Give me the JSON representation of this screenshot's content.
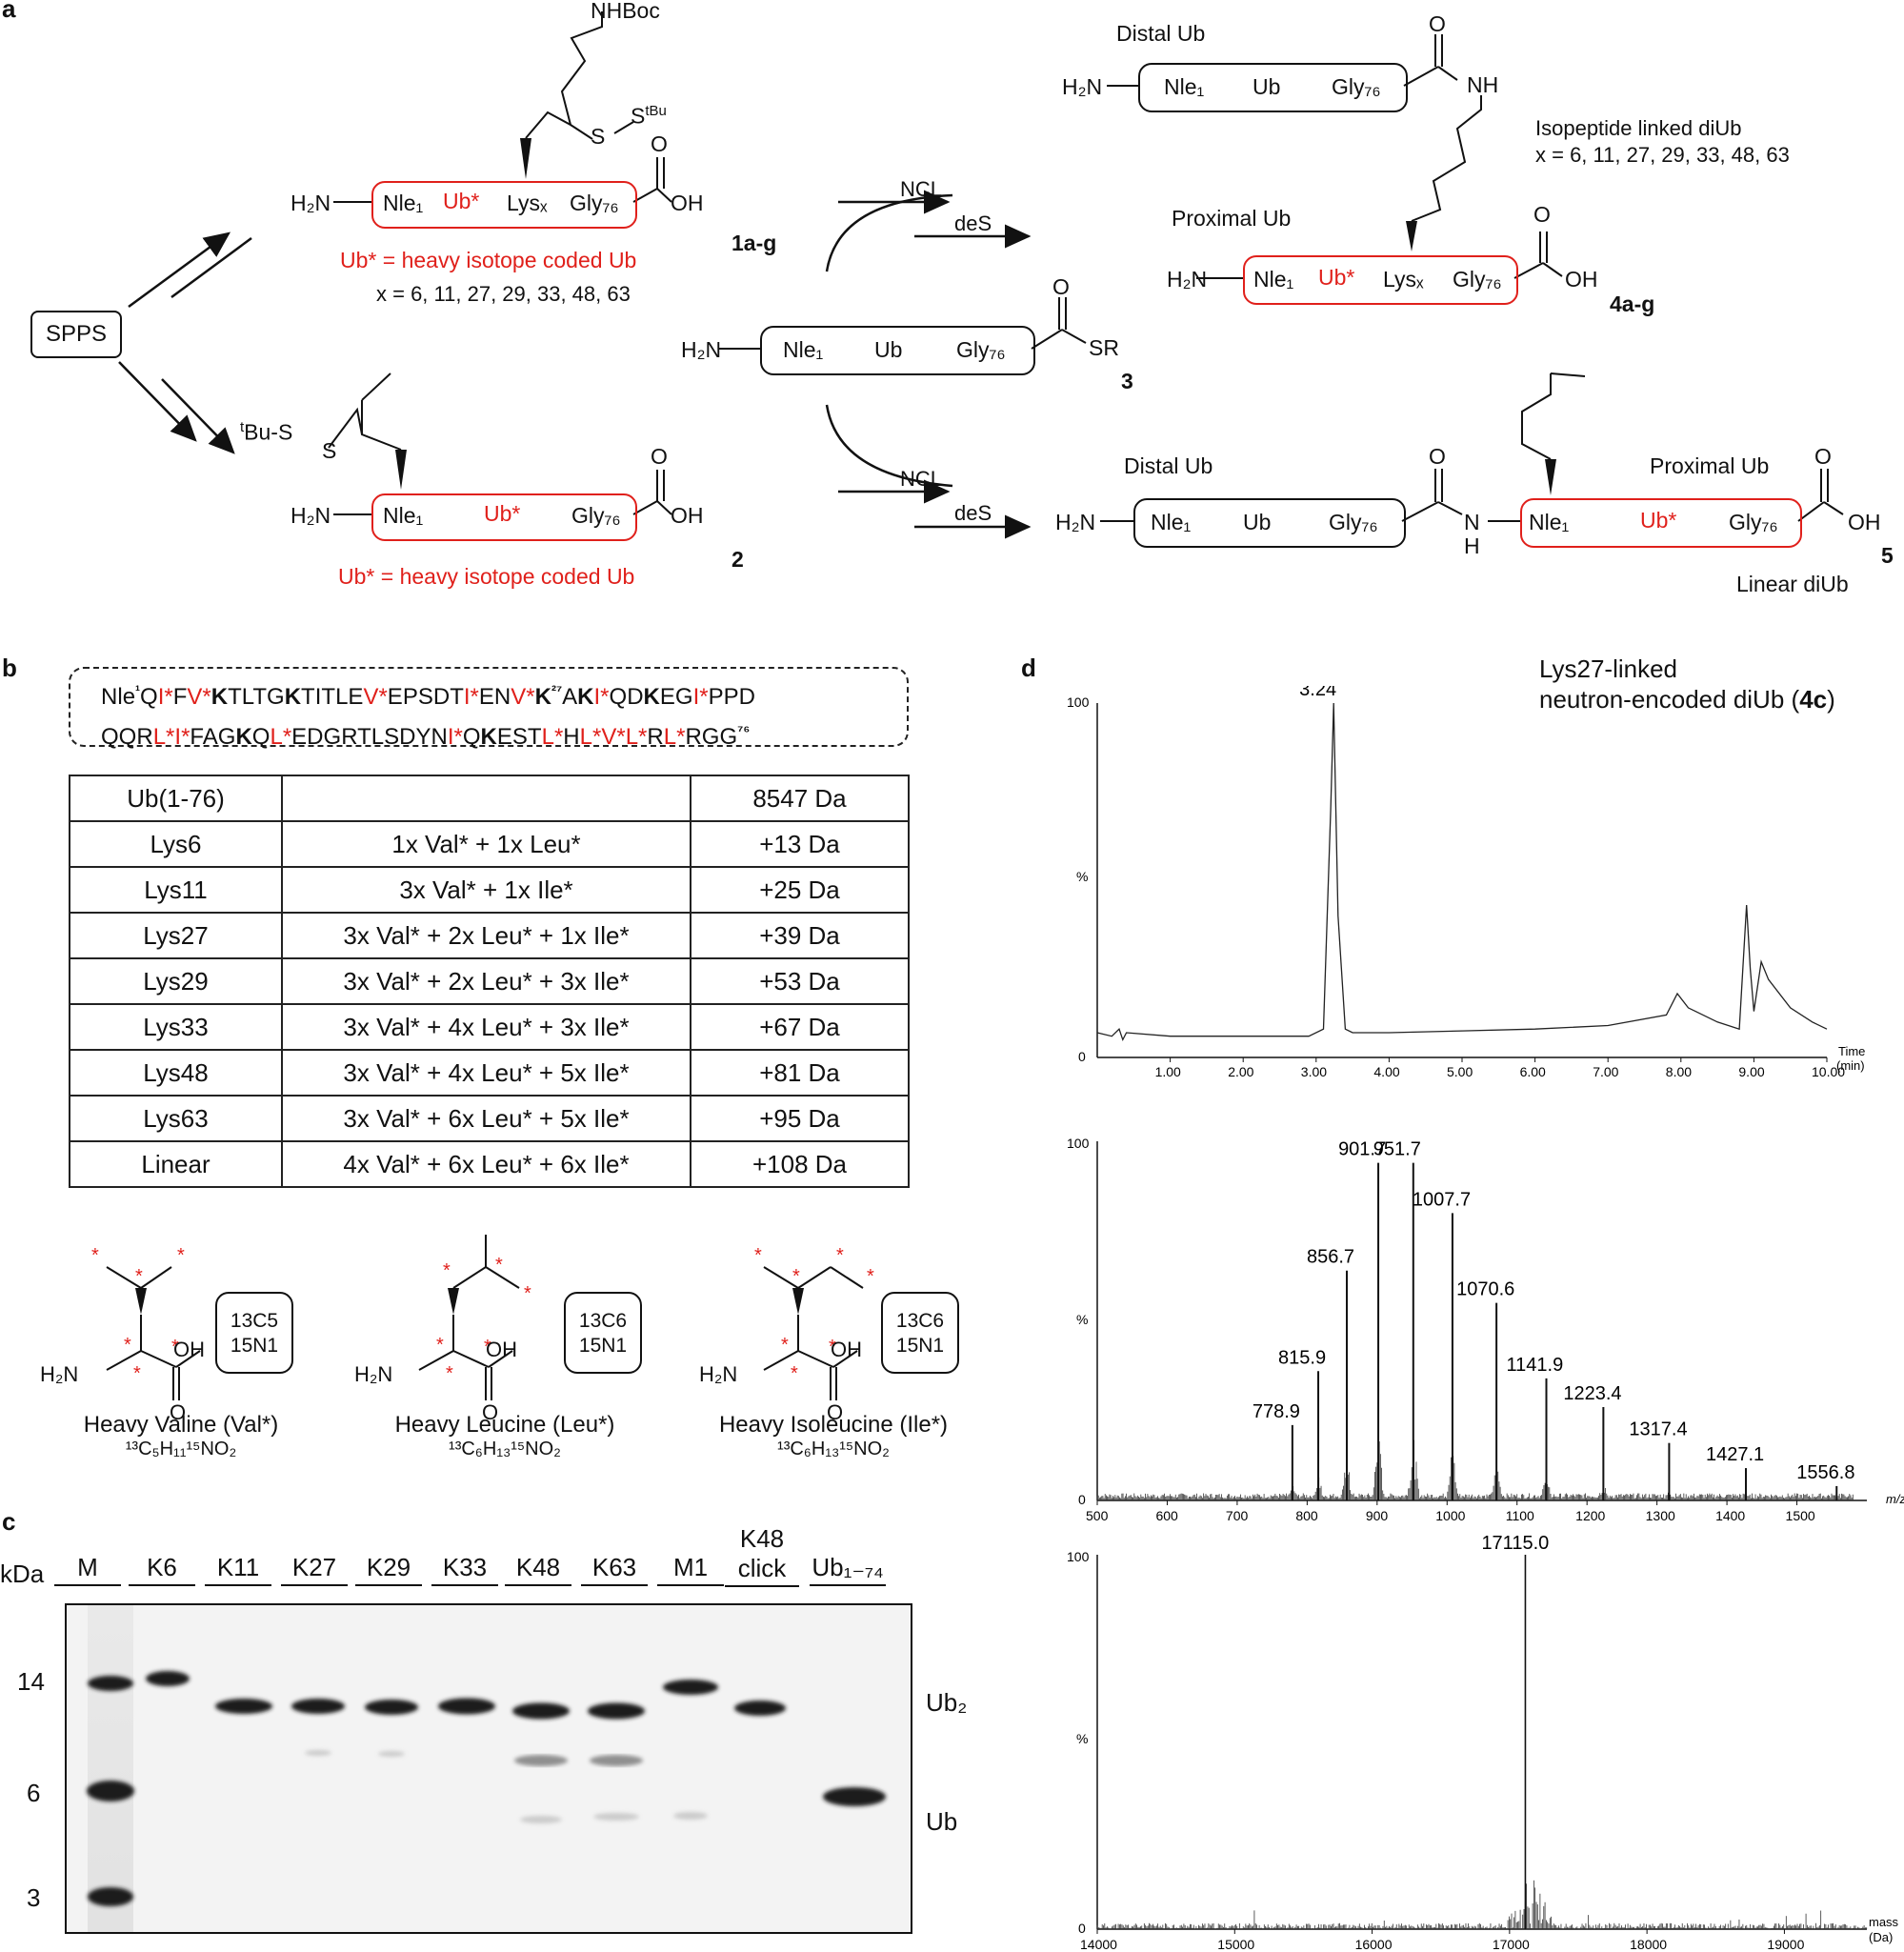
{
  "panel_labels": {
    "a": "a",
    "b": "b",
    "c": "c",
    "d": "d"
  },
  "scheme": {
    "spps": "SPPS",
    "h2n": "H₂N",
    "nle1": "Nle₁",
    "ub_star": "Ub*",
    "ub": "Ub",
    "lys_x": "Lysₓ",
    "gly76": "Gly₇₆",
    "oh": "OH",
    "o": "O",
    "nhboc": "NHBoc",
    "s_tbu": "S",
    "s_tbu_sup": "tBu",
    "s": "S",
    "tbu_s": "Bu-S",
    "tbu_s_sup": "t",
    "ub_star_def": "Ub* = heavy isotope coded Ub",
    "x_values": "x = 6, 11, 27, 29, 33, 48, 63",
    "cmpd_1": "1a-g",
    "cmpd_2": "2",
    "cmpd_3": "3",
    "cmpd_4": "4a-g",
    "cmpd_5": "5",
    "sr": "SR",
    "ncl": "NCL",
    "des": "deS",
    "nh": "NH",
    "n": "N",
    "h": "H",
    "distal_ub": "Distal Ub",
    "proximal_ub": "Proximal Ub",
    "isopeptide_title": "Isopeptide linked diUb",
    "linear_diub": "Linear  diUb"
  },
  "sequence": {
    "line1": "Nle¹QI*FV*KTLTGKTITLEV*EPSDTI*ENV*K²⁷AKI*QDKEGI*PPD",
    "line2": "QQRL*I*FAGKQL*EDGRTLSDYNI*QKESTL*HL*V*L*RL*RGG⁷⁶"
  },
  "mass_table": {
    "rows": [
      {
        "lys": "Ub(1-76)",
        "comp": "",
        "mass": "8547 Da"
      },
      {
        "lys": "Lys6",
        "comp": "1x Val* + 1x Leu*",
        "mass": "+13 Da"
      },
      {
        "lys": "Lys11",
        "comp": "3x Val* + 1x Ile*",
        "mass": "+25 Da"
      },
      {
        "lys": "Lys27",
        "comp": "3x Val* + 2x Leu* + 1x Ile*",
        "mass": "+39 Da"
      },
      {
        "lys": "Lys29",
        "comp": "3x Val* + 2x Leu* + 3x Ile*",
        "mass": "+53 Da"
      },
      {
        "lys": "Lys33",
        "comp": "3x Val* + 4x Leu* + 3x Ile*",
        "mass": "+67 Da"
      },
      {
        "lys": "Lys48",
        "comp": "3x Val* + 4x Leu* + 5x Ile*",
        "mass": "+81 Da"
      },
      {
        "lys": "Lys63",
        "comp": "3x Val* + 6x Leu* + 5x Ile*",
        "mass": "+95 Da"
      },
      {
        "lys": "Linear",
        "comp": "4x Val* + 6x Leu* + 6x Ile*",
        "mass": "+108 Da"
      }
    ]
  },
  "amino_acids": [
    {
      "name": "Heavy Valine (Val*)",
      "formula": "¹³C₅H₁₁¹⁵NO₂",
      "iso1": "13C5",
      "iso2": "15N1"
    },
    {
      "name": "Heavy Leucine (Leu*)",
      "formula": "¹³C₆H₁₃¹⁵NO₂",
      "iso1": "13C6",
      "iso2": "15N1"
    },
    {
      "name": "Heavy Isoleucine (Ile*)",
      "formula": "¹³C₆H₁₃¹⁵NO₂",
      "iso1": "13C6",
      "iso2": "15N1"
    }
  ],
  "aa_atoms": {
    "h2n": "H₂N",
    "oh": "OH",
    "o": "O"
  },
  "gel": {
    "kda_label": "kDa",
    "lanes": [
      "M",
      "K6",
      "K11",
      "K27",
      "K29",
      "K33",
      "K48",
      "K63",
      "M1",
      "K48\nclick",
      "Ub₁₋₇₄"
    ],
    "markers": [
      "14",
      "6",
      "3"
    ],
    "band_labels": [
      "Ub₂",
      "Ub"
    ]
  },
  "chart_data": [
    {
      "type": "line",
      "title": "Lys27-linked neutron-encoded diUb (4c)",
      "title_line1": "Lys27-linked",
      "title_line2_pre": "neutron-encoded diUb (",
      "title_line2_bold": "4c",
      "title_line2_post": ")",
      "xlabel": "Time (min)",
      "xlabel_line1": "Time",
      "xlabel_line2": "(min)",
      "ylabel": "%",
      "xlim": [
        0,
        10.0
      ],
      "ylim": [
        0,
        100
      ],
      "x_ticks": [
        "1.00",
        "2.00",
        "3.00",
        "4.00",
        "5.00",
        "6.00",
        "7.00",
        "8.00",
        "9.00",
        "10.00"
      ],
      "y_ticks": [
        "0",
        "100"
      ],
      "peak_label": "3.24",
      "x": [
        0.0,
        0.2,
        0.3,
        0.35,
        0.4,
        1.0,
        2.0,
        2.9,
        3.1,
        3.2,
        3.24,
        3.3,
        3.4,
        3.5,
        4.0,
        5.0,
        6.0,
        7.0,
        7.8,
        7.95,
        8.1,
        8.5,
        8.8,
        8.9,
        8.95,
        9.0,
        9.1,
        9.2,
        9.5,
        9.8,
        10.0
      ],
      "y": [
        7,
        6,
        8,
        5,
        7,
        6,
        6,
        6,
        8,
        70,
        100,
        40,
        8,
        7,
        7,
        7.5,
        8,
        9,
        12,
        18,
        14,
        10,
        8,
        43,
        25,
        13,
        27,
        22,
        14,
        10,
        8
      ]
    },
    {
      "type": "bar",
      "title": "",
      "xlabel": "m/z",
      "ylabel": "%",
      "xlim": [
        500,
        1600
      ],
      "ylim": [
        0,
        100
      ],
      "x_ticks": [
        "500",
        "600",
        "700",
        "800",
        "900",
        "1000",
        "1100",
        "1200",
        "1300",
        "1400",
        "1500"
      ],
      "y_ticks": [
        "0",
        "100"
      ],
      "peaks": [
        {
          "x": 778.9,
          "y": 21,
          "label": "778.9"
        },
        {
          "x": 815.9,
          "y": 36,
          "label": "815.9"
        },
        {
          "x": 856.7,
          "y": 64,
          "label": "856.7"
        },
        {
          "x": 901.7,
          "y": 94,
          "label": "901.7"
        },
        {
          "x": 951.7,
          "y": 94,
          "label": "951.7"
        },
        {
          "x": 1007.7,
          "y": 80,
          "label": "1007.7"
        },
        {
          "x": 1070.6,
          "y": 55,
          "label": "1070.6"
        },
        {
          "x": 1141.9,
          "y": 34,
          "label": "1141.9"
        },
        {
          "x": 1223.4,
          "y": 26,
          "label": "1223.4"
        },
        {
          "x": 1317.4,
          "y": 16,
          "label": "1317.4"
        },
        {
          "x": 1427.1,
          "y": 9,
          "label": "1427.1"
        },
        {
          "x": 1556.8,
          "y": 4,
          "label": "1556.8"
        }
      ]
    },
    {
      "type": "bar",
      "title": "",
      "xlabel": "mass (Da)",
      "xlabel_line1": "mass",
      "xlabel_line2": "(Da)",
      "ylabel": "%",
      "xlim": [
        14000,
        19600
      ],
      "ylim": [
        0,
        100
      ],
      "x_ticks": [
        "14000",
        "15000",
        "16000",
        "17000",
        "18000",
        "19000"
      ],
      "y_ticks": [
        "0",
        "100"
      ],
      "peaks": [
        {
          "x": 17115.0,
          "y": 100,
          "label": "17115.0"
        }
      ]
    }
  ]
}
